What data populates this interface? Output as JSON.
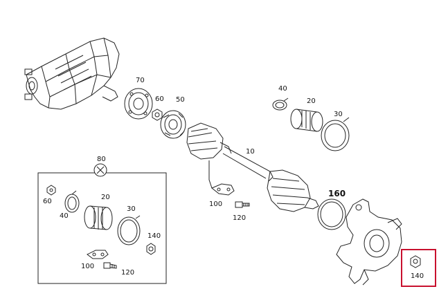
{
  "diagram": {
    "callouts": {
      "c70": "70",
      "c60_top": "60",
      "c50": "50",
      "c40_top": "40",
      "c20_top": "20",
      "c30_top": "30",
      "c10": "10",
      "c100_mid": "100",
      "c120_mid": "120",
      "c160": "160",
      "c80": "80",
      "c60_box": "60",
      "c40_box": "40",
      "c20_box": "20",
      "c30_box": "30",
      "c140_box": "140",
      "c100_box": "100",
      "c120_box": "120",
      "c140_highlight": "140"
    },
    "highlight_color": "#c8102e"
  }
}
